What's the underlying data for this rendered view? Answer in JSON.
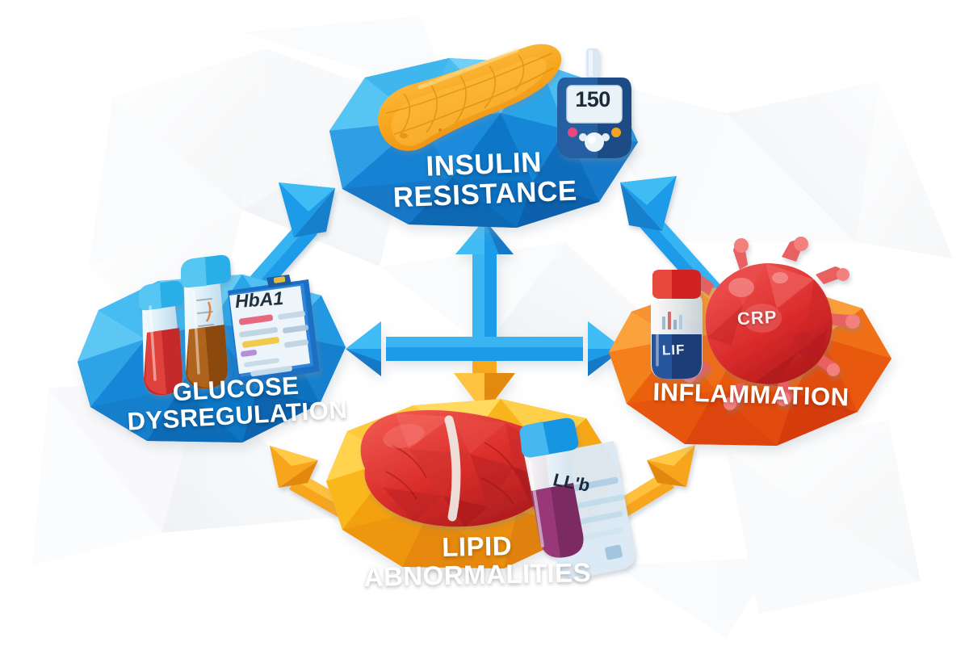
{
  "diagram": {
    "title": "Metabolic Syndrome Interrelationship Cycle",
    "style": "low-poly flat illustration",
    "background_color": "#ffffff"
  },
  "nodes": [
    {
      "id": "insulin-resistance",
      "label": "INSULIN\nRESISTANCE",
      "position": "top",
      "color": "#1E90E0",
      "color_light": "#5BC7F5",
      "color_dark": "#0F6FBF",
      "icons": [
        "pancreas-illustration",
        "glucose-meter-device"
      ],
      "readout": "150"
    },
    {
      "id": "glucose-dysregulation",
      "label": "GLUCOSE\nDYSREGULATION",
      "position": "left",
      "color": "#2196E8",
      "color_light": "#67CBF7",
      "color_dark": "#1277C4",
      "icons": [
        "blood-test-tube",
        "urine-test-tube",
        "lab-report-clipboard"
      ],
      "report_label": "HbA1"
    },
    {
      "id": "inflammation",
      "label": "INFLAMMATION",
      "position": "right",
      "color": "#F26B1D",
      "color_light": "#FBA23C",
      "color_dark": "#E0400E",
      "icons": [
        "inflammatory-cell",
        "assay-vial"
      ],
      "cell_label": "CRP",
      "vial_label": "LIF"
    },
    {
      "id": "lipid-abnormalities",
      "label": "LIPID\nABNORMALITIES",
      "position": "bottom",
      "color": "#FBB417",
      "color_light": "#FFD34D",
      "color_dark": "#F08C10",
      "icons": [
        "liver-organ",
        "lipid-panel-vial"
      ],
      "vial_label": "LL'b"
    }
  ],
  "connectors": [
    {
      "id": "center-up",
      "from": "center",
      "to": "insulin-resistance",
      "direction": "up",
      "color": "#2196E8"
    },
    {
      "id": "center-left",
      "from": "center",
      "to": "glucose-dysregulation",
      "direction": "left",
      "color": "#2196E8"
    },
    {
      "id": "center-right",
      "from": "center",
      "to": "inflammation",
      "direction": "right",
      "color": "#2196E8"
    },
    {
      "id": "center-down",
      "from": "center",
      "to": "lipid-abnormalities",
      "direction": "down",
      "color": "#F5A623"
    },
    {
      "id": "glucose-insulin",
      "from": "glucose-dysregulation",
      "to": "insulin-resistance",
      "direction": "up-right",
      "color": "#1E9BE8"
    },
    {
      "id": "inflam-insulin",
      "from": "inflammation",
      "to": "insulin-resistance",
      "direction": "up-left",
      "color": "#1E9BE8"
    },
    {
      "id": "lipid-glucose",
      "from": "lipid-abnormalities",
      "to": "glucose-dysregulation",
      "direction": "up-left",
      "color": "#F5A623"
    },
    {
      "id": "lipid-inflam",
      "from": "lipid-abnormalities",
      "to": "inflammation",
      "direction": "up-right",
      "color": "#F5A623"
    }
  ],
  "colors": {
    "blue_primary": "#1E90E0",
    "blue_light": "#5BC7F5",
    "blue_dark": "#0F6FBF",
    "orange_primary": "#F26B1D",
    "orange_dark": "#E0400E",
    "yellow_primary": "#FBB417",
    "yellow_light": "#FFD34D",
    "red_organ": "#E23B33",
    "red_organ_dark": "#B81F20",
    "pancreas": "#F7A928",
    "background": "#ffffff"
  }
}
